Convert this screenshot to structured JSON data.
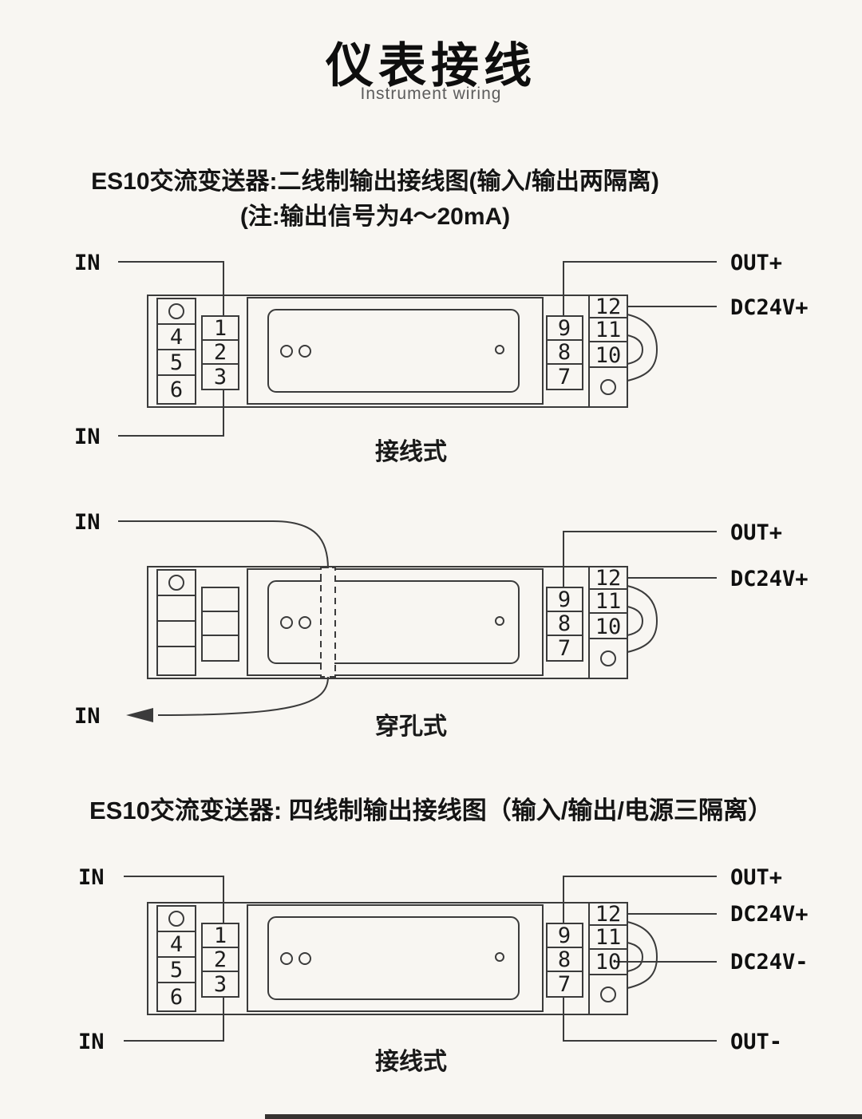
{
  "page": {
    "title": "仪表接线",
    "subtitle": "Instrument wiring",
    "background": "#f8f6f2",
    "line_color": "#3b3b3b"
  },
  "sections": {
    "two_wire": {
      "heading": "ES10交流变送器:二线制输出接线图(输入/输出两隔离)",
      "note": "(注:输出信号为4～20mA)"
    },
    "four_wire": {
      "heading": "ES10交流变送器: 四线制输出接线图（输入/输出/电源三隔离）"
    }
  },
  "diagram1": {
    "caption": "接线式",
    "in_top": "IN",
    "in_bottom": "IN",
    "out_plus": "OUT+",
    "dc24v_plus": "DC24V+",
    "left_terminals": [
      "4",
      "5",
      "6"
    ],
    "inner_left_terminals": [
      "1",
      "2",
      "3"
    ],
    "inner_right_terminals": [
      "9",
      "8",
      "7"
    ],
    "right_terminals": [
      "12",
      "11",
      "10"
    ]
  },
  "diagram2": {
    "caption": "穿孔式",
    "in_top": "IN",
    "in_bottom": "IN",
    "out_plus": "OUT+",
    "dc24v_plus": "DC24V+",
    "inner_right_terminals": [
      "9",
      "8",
      "7"
    ],
    "right_terminals": [
      "12",
      "11",
      "10"
    ]
  },
  "diagram3": {
    "caption": "接线式",
    "in_top": "IN",
    "in_bottom": "IN",
    "out_plus": "OUT+",
    "dc24v_plus": "DC24V+",
    "dc24v_minus": "DC24V-",
    "out_minus": "OUT-",
    "left_terminals": [
      "4",
      "5",
      "6"
    ],
    "inner_left_terminals": [
      "1",
      "2",
      "3"
    ],
    "inner_right_terminals": [
      "9",
      "8",
      "7"
    ],
    "right_terminals": [
      "12",
      "11",
      "10"
    ]
  }
}
